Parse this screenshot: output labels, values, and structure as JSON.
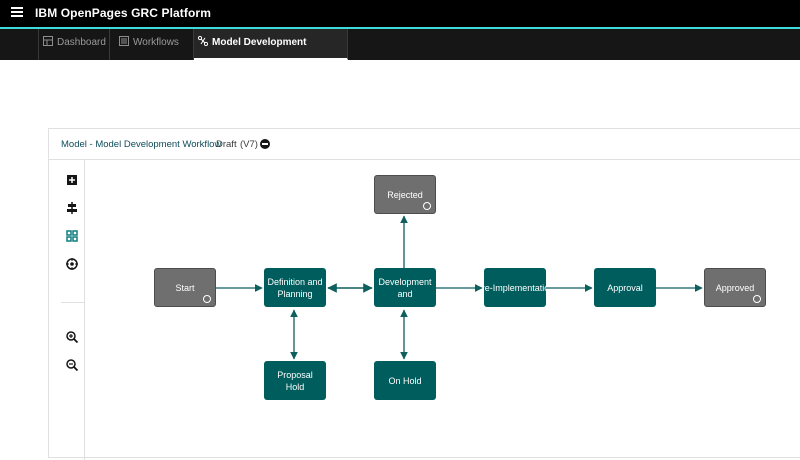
{
  "header": {
    "app_title": "IBM OpenPages GRC Platform"
  },
  "tabs": [
    {
      "label": "Dashboard",
      "icon": "dashboard-icon",
      "active": false
    },
    {
      "label": "Workflows",
      "icon": "list-icon",
      "active": false
    },
    {
      "label": "Model Development Workflow",
      "icon": "workflow-icon",
      "active": true
    }
  ],
  "panel": {
    "title": "Model - Model Development Workflow",
    "status": "Draft",
    "version": "(V7)"
  },
  "toolbar": [
    {
      "icon": "add-stage-icon"
    },
    {
      "icon": "align-icon"
    },
    {
      "icon": "grid-icon",
      "active": true
    },
    {
      "icon": "target-icon"
    },
    {
      "icon": "zoom-in-icon"
    },
    {
      "icon": "zoom-out-icon"
    }
  ],
  "workflow": {
    "nodes": {
      "start": "Start",
      "definition": "Definition and Planning",
      "development": "Development and",
      "pre_implementation": "Pre-Implementation",
      "approval": "Approval",
      "approved": "Approved",
      "rejected": "Rejected",
      "proposal_hold": "Proposal Hold",
      "on_hold": "On Hold"
    }
  },
  "colors": {
    "accent": "#3ddbd9",
    "stage_teal": "#005d5d",
    "terminal_gray": "#6f6f6f",
    "connector": "#005d5d"
  }
}
